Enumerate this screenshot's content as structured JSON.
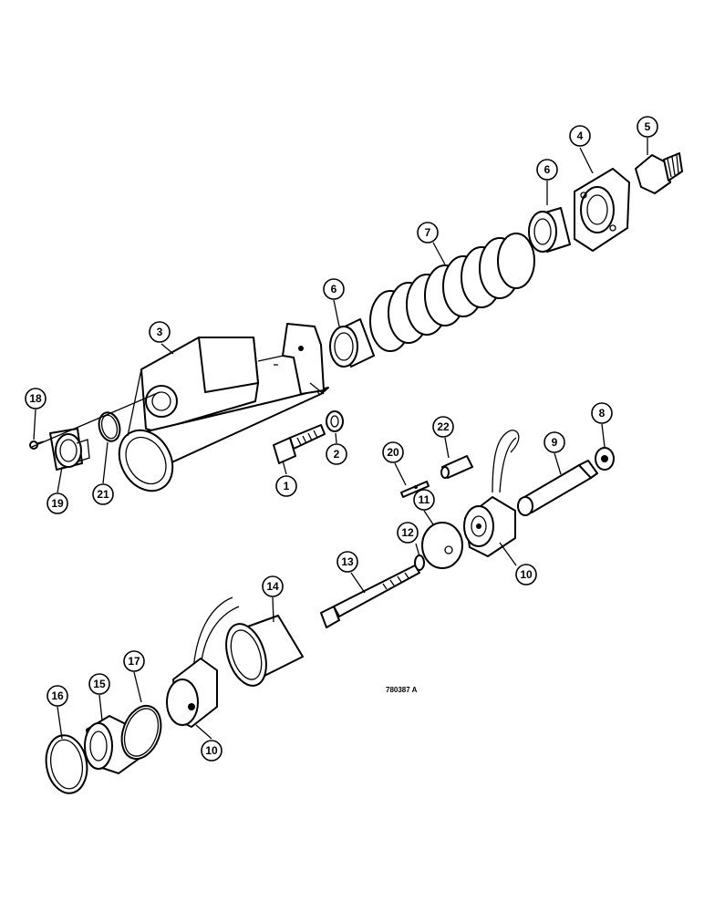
{
  "figure": {
    "code": "780387 A"
  },
  "callouts": [
    {
      "id": "callout-1",
      "label": "1"
    },
    {
      "id": "callout-2",
      "label": "2"
    },
    {
      "id": "callout-3",
      "label": "3"
    },
    {
      "id": "callout-4",
      "label": "4"
    },
    {
      "id": "callout-5",
      "label": "5"
    },
    {
      "id": "callout-6a",
      "label": "6"
    },
    {
      "id": "callout-6b",
      "label": "6"
    },
    {
      "id": "callout-7",
      "label": "7"
    },
    {
      "id": "callout-8",
      "label": "8"
    },
    {
      "id": "callout-9",
      "label": "9"
    },
    {
      "id": "callout-10a",
      "label": "10"
    },
    {
      "id": "callout-10b",
      "label": "10"
    },
    {
      "id": "callout-11",
      "label": "11"
    },
    {
      "id": "callout-12",
      "label": "12"
    },
    {
      "id": "callout-13",
      "label": "13"
    },
    {
      "id": "callout-14",
      "label": "14"
    },
    {
      "id": "callout-15",
      "label": "15"
    },
    {
      "id": "callout-16",
      "label": "16"
    },
    {
      "id": "callout-17",
      "label": "17"
    },
    {
      "id": "callout-18",
      "label": "18"
    },
    {
      "id": "callout-19",
      "label": "19"
    },
    {
      "id": "callout-20",
      "label": "20"
    },
    {
      "id": "callout-21",
      "label": "21"
    },
    {
      "id": "callout-22",
      "label": "22"
    }
  ]
}
